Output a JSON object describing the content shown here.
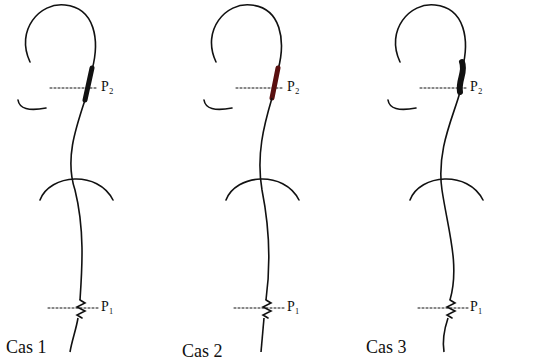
{
  "diagram": {
    "labels": [
      "P₂",
      "P₂",
      "P₂",
      "P₁",
      "P₁",
      "P₁",
      "Cas 1",
      "Cas 2",
      "Cas 3"
    ]
  }
}
